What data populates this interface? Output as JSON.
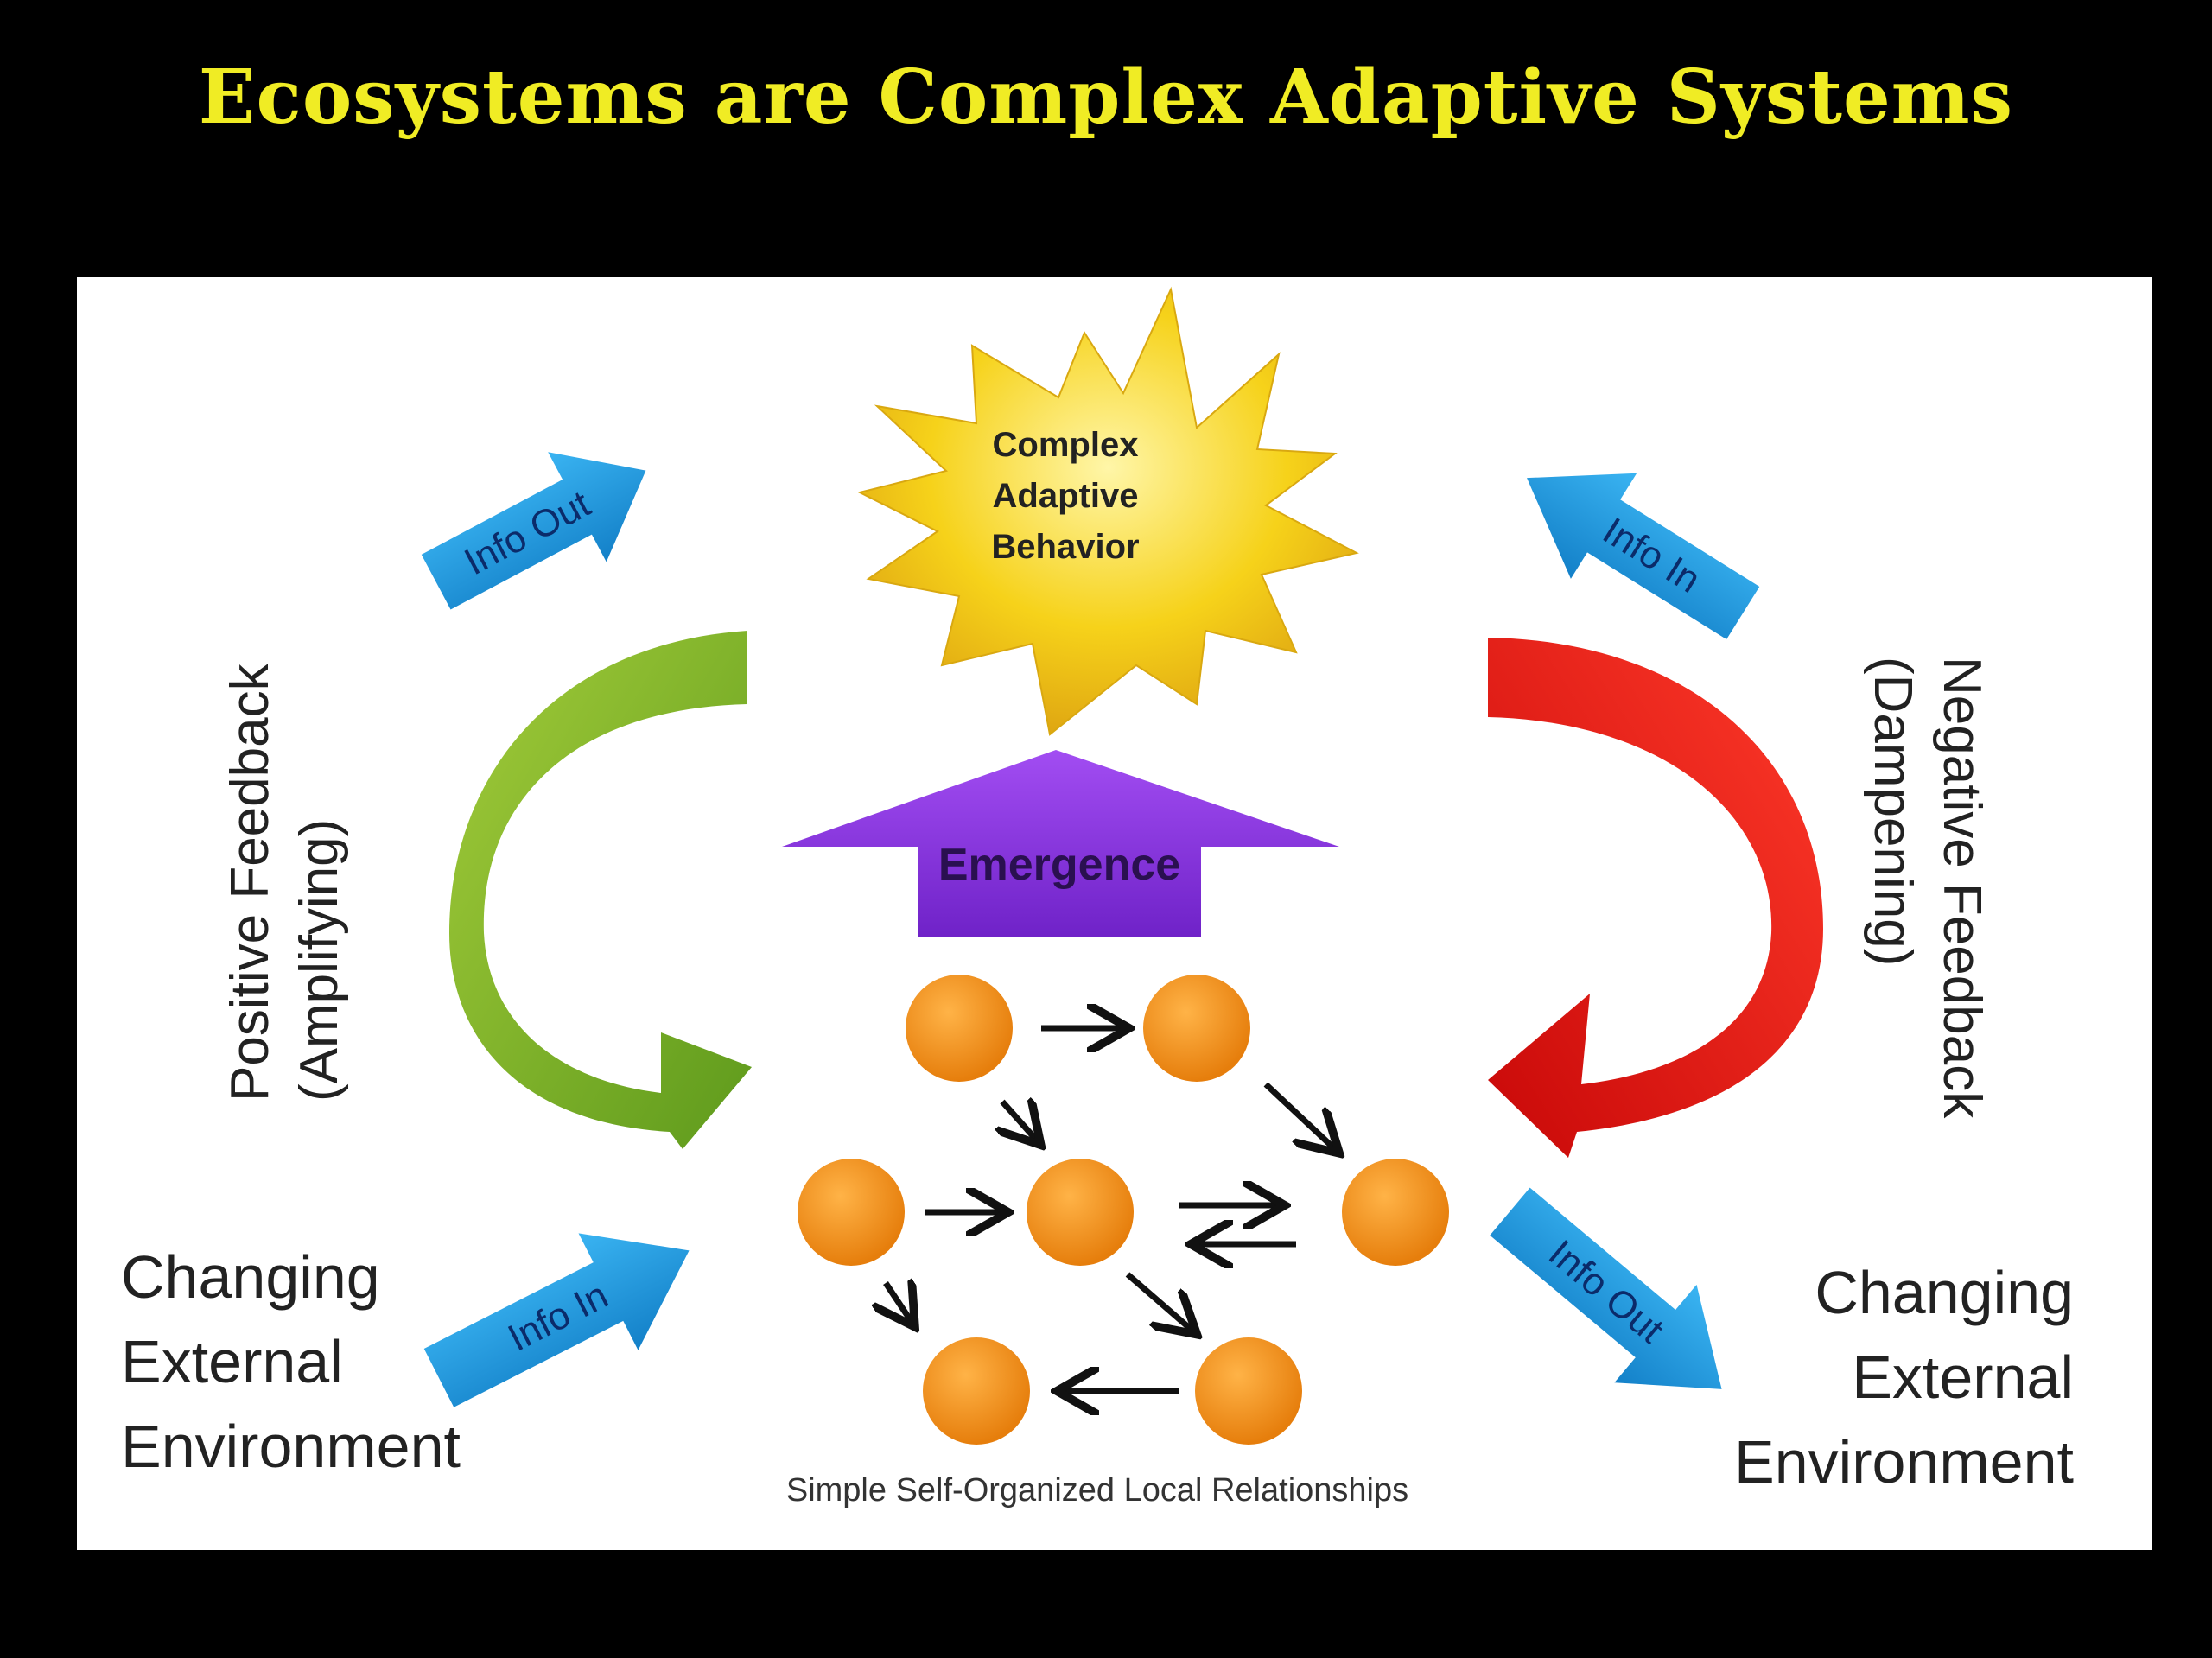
{
  "title": "Ecosystems are Complex Adaptive Systems",
  "star_label": [
    "Complex",
    "Adaptive",
    "Behavior"
  ],
  "emergence_label": "Emergence",
  "positive_feedback": [
    "Positive Feedback",
    "(Amplifying)"
  ],
  "negative_feedback": [
    "Negative Feedback",
    "(Dampening)"
  ],
  "env_left": [
    "Changing",
    "External",
    "Environment"
  ],
  "env_right": [
    "Changing",
    "External",
    "Environment"
  ],
  "info_out_top": "Info Out",
  "info_in_top": "Info In",
  "info_in_bottom": "Info In",
  "info_out_bottom": "Info Out",
  "relationships_caption": "Simple Self-Organized Local Relationships",
  "colors": {
    "title": "#f0ec24",
    "star": "#f6d21a",
    "emergence": "#8b3ae0",
    "positive": "#7db12a",
    "negative": "#e01010",
    "info_arrow": "#1e9de0",
    "node": "#f39219"
  }
}
